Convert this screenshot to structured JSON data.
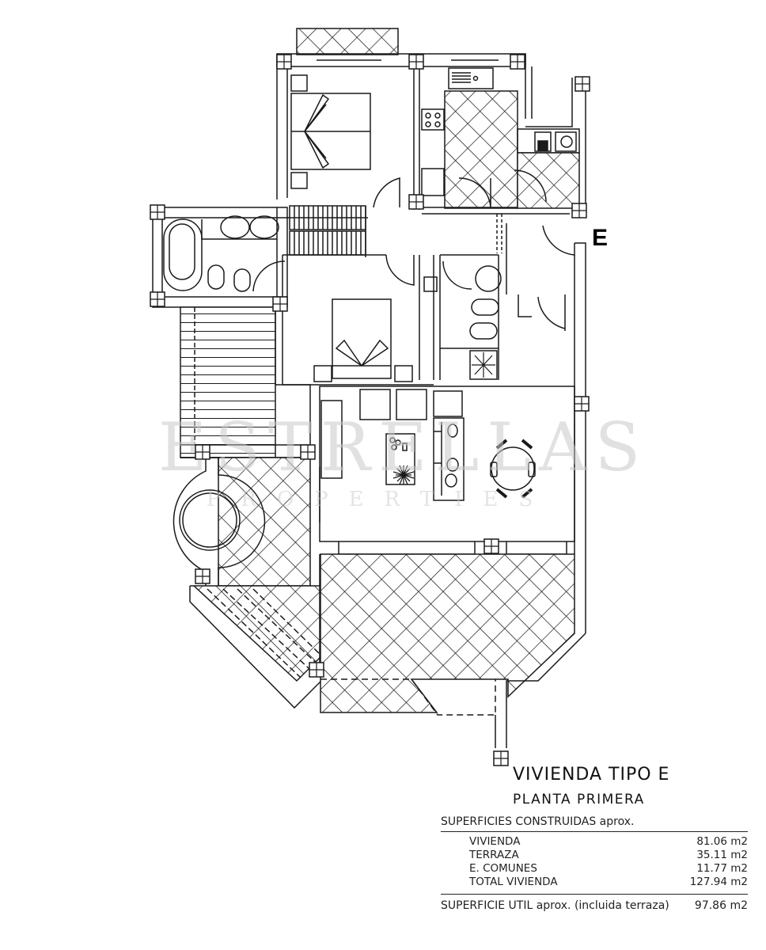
{
  "plan": {
    "entry_marker": "E",
    "watermark": {
      "main": "ESTRELLAS",
      "sub": "PROPERTIES"
    },
    "colors": {
      "line": "#1a1a1a",
      "background": "#ffffff",
      "watermark": "#c8c8c8"
    }
  },
  "legend": {
    "title": "VIVIENDA TIPO E",
    "subtitle": "PLANTA PRIMERA",
    "section_heading": "SUPERFICIES CONSTRUIDAS aprox.",
    "rows": [
      {
        "label": "VIVIENDA",
        "value": "81.06 m2"
      },
      {
        "label": "TERRAZA",
        "value": "35.11 m2"
      },
      {
        "label": "E. COMUNES",
        "value": "11.77 m2"
      },
      {
        "label": "TOTAL VIVIENDA",
        "value": "127.94 m2"
      }
    ],
    "util": {
      "label": "SUPERFICIE UTIL aprox. (incluida terraza)",
      "value": "97.86 m2"
    }
  }
}
